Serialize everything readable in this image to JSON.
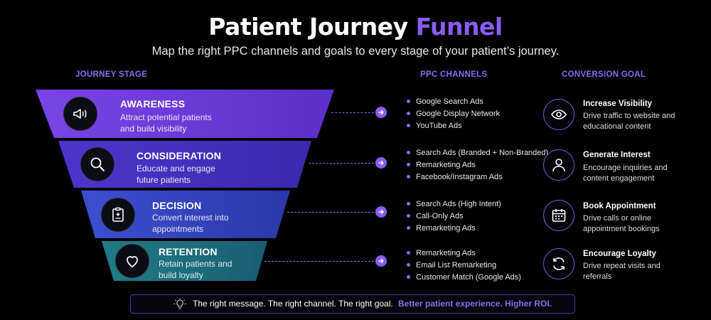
{
  "header": {
    "title_main": "Patient Journey",
    "title_accent": "Funnel",
    "subtitle": "Map the right PPC channels and goals to every stage of your patient’s journey."
  },
  "columns": {
    "stage": "JOURNEY STAGE",
    "channels": "PPC CHANNELS",
    "goal": "CONVERSION GOAL"
  },
  "stages": [
    {
      "title": "AWARENESS",
      "description": "Attract potential patients and build visibility",
      "icon": "megaphone-icon",
      "color": "#6a3bd8",
      "channels": [
        "Google Search Ads",
        "Google Display Network",
        "YouTube Ads"
      ],
      "goal_title": "Increase Visibility",
      "goal_description": "Drive traffic to website and educational content",
      "goal_icon": "eye-icon"
    },
    {
      "title": "CONSIDERATION",
      "description": "Educate and engage future patients",
      "icon": "search-icon",
      "color": "#4b34c4",
      "channels": [
        "Search Ads (Branded + Non-Branded)",
        "Remarketing Ads",
        "Facebook/Instagram Ads"
      ],
      "goal_title": "Generate Interest",
      "goal_description": "Encourage inquiries and content engagement",
      "goal_icon": "user-icon"
    },
    {
      "title": "DECISION",
      "description": "Convert interest into appointments",
      "icon": "clipboard-icon",
      "color": "#3446bb",
      "channels": [
        "Search Ads (High Intent)",
        "Call-Only Ads",
        "Remarketing Ads"
      ],
      "goal_title": "Book Appointment",
      "goal_description": "Drive calls or online appointment bookings",
      "goal_icon": "calendar-icon"
    },
    {
      "title": "RETENTION",
      "description": "Retain patients and build loyalty",
      "icon": "heart-icon",
      "color": "#1f6f7a",
      "channels": [
        "Remarketing Ads",
        "Email List Remarketing",
        "Customer Match (Google Ads)"
      ],
      "goal_title": "Encourage Loyalty",
      "goal_description": "Drive repeat visits and referrals",
      "goal_icon": "refresh-icon"
    }
  ],
  "footer": {
    "message": "The right message. The right channel. The right goal.",
    "highlight": "Better patient experience. Higher ROI.",
    "icon": "lightbulb-icon"
  }
}
